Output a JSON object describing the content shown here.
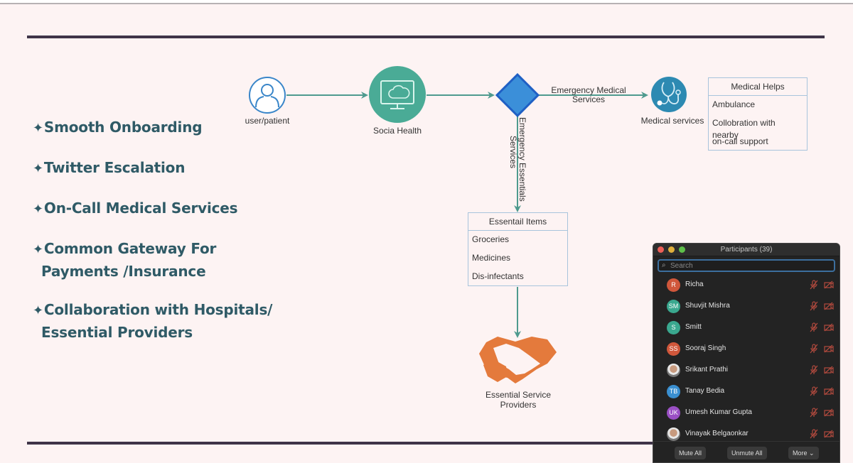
{
  "slide": {
    "bullets": [
      {
        "lines": [
          "Smooth Onboarding"
        ]
      },
      {
        "lines": [
          "Twitter Escalation"
        ]
      },
      {
        "lines": [
          "On-Call Medical Services"
        ]
      },
      {
        "lines": [
          "Common Gateway For",
          "Payments /Insurance"
        ]
      },
      {
        "lines": [
          "Collaboration with Hospitals/",
          "Essential Providers"
        ]
      }
    ],
    "bullet_marker": "✦",
    "text_color": "#2f5a66",
    "rule_color": "#3f3448",
    "background": "#fdf3f3"
  },
  "diagram": {
    "nodes": {
      "user": {
        "label": "user/patient",
        "icon": "user-icon"
      },
      "socia_health": {
        "label": "Socia Health",
        "icon": "monitor-cloud-icon"
      },
      "decision": {
        "icon": "decision-diamond"
      },
      "medical_services": {
        "label": "Medical services",
        "icon": "stethoscope-icon"
      },
      "essential_providers": {
        "label_line1": "Essential Service",
        "label_line2": "Providers",
        "icon": "handshake-icon"
      }
    },
    "edges": {
      "emergency_medical": {
        "line1": "Emergency Medical",
        "line2": "Services"
      },
      "emergency_essentials": {
        "line1": "Emergency Essentials",
        "line2": "Services"
      }
    },
    "medical_helps": {
      "title": "Medical Helps",
      "items": [
        "Ambulance",
        "Collobration with nearby",
        "on-call support"
      ]
    },
    "essential_items": {
      "title": "Essentail Items",
      "items": [
        "Groceries",
        "Medicines",
        "Dis-infectants"
      ]
    },
    "colors": {
      "edge": "#4e9a8e",
      "socia": "#4aab96",
      "diamond": "#3b8fd9",
      "diamond_border": "#1f5fc4",
      "medical": "#2d8ab2",
      "handshake": "#e47a3c",
      "user_icon": "#3a86c9"
    }
  },
  "participants_panel": {
    "title": "Participants (39)",
    "search_placeholder": "Search",
    "participants": [
      {
        "initials": "R",
        "name": "Richa",
        "color": "#d0573b",
        "muted": true,
        "video_off": true
      },
      {
        "initials": "SM",
        "name": "Shuvjit Mishra",
        "color": "#3aa88f",
        "muted": true,
        "video_off": true
      },
      {
        "initials": "S",
        "name": "Smitt",
        "color": "#3aa88f",
        "muted": true,
        "video_off": true
      },
      {
        "initials": "SS",
        "name": "Sooraj Singh",
        "color": "#d0573b",
        "muted": true,
        "video_off": true
      },
      {
        "initials": "",
        "name": "Srikant Prathi",
        "color": "photo",
        "muted": true,
        "video_off": true
      },
      {
        "initials": "TB",
        "name": "Tanay Bedia",
        "color": "#3a8fd0",
        "muted": true,
        "video_off": true
      },
      {
        "initials": "UK",
        "name": "Umesh Kumar Gupta",
        "color": "#9a4fc4",
        "muted": true,
        "video_off": true
      },
      {
        "initials": "",
        "name": "Vinayak Belgaonkar",
        "color": "photo",
        "muted": true,
        "video_off": true
      }
    ],
    "buttons": {
      "mute_all": "Mute All",
      "unmute_all": "Unmute All",
      "more": "More ⌄"
    }
  }
}
